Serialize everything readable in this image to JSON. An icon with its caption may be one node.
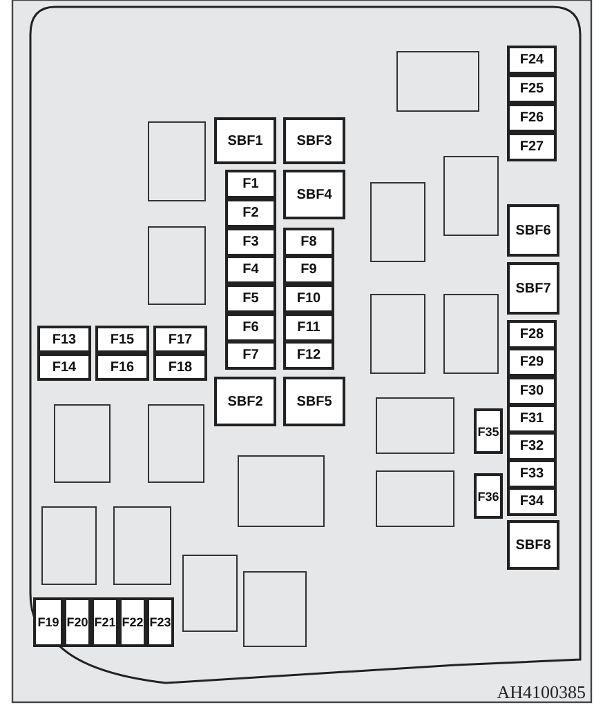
{
  "diagram": {
    "nodes": [
      {
        "text": [
          "F24"
        ]
      },
      {
        "text": [
          "F25"
        ]
      },
      {
        "text": [
          "F26"
        ]
      },
      {
        "text": [
          "F27"
        ]
      },
      {
        "text": [
          "SBF1"
        ]
      },
      {
        "text": [
          "SBF3"
        ]
      },
      {
        "text": [
          "F1"
        ]
      },
      {
        "text": [
          "F2"
        ]
      },
      {
        "text": [
          "SBF4"
        ]
      },
      {
        "text": [
          "SBF6"
        ]
      },
      {
        "text": [
          "F3"
        ]
      },
      {
        "text": [
          "F8"
        ]
      },
      {
        "text": [
          "F4"
        ]
      },
      {
        "text": [
          "F9"
        ]
      },
      {
        "text": [
          "F5"
        ]
      },
      {
        "text": [
          "F10"
        ]
      },
      {
        "text": [
          "F6"
        ]
      },
      {
        "text": [
          "F11"
        ]
      },
      {
        "text": [
          "F7"
        ]
      },
      {
        "text": [
          "F12"
        ]
      },
      {
        "text": [
          "SBF7"
        ]
      },
      {
        "text": [
          "F13"
        ]
      },
      {
        "text": [
          "F15"
        ]
      },
      {
        "text": [
          "F17"
        ]
      },
      {
        "text": [
          "F28"
        ]
      },
      {
        "text": [
          "F14"
        ]
      },
      {
        "text": [
          "F16"
        ]
      },
      {
        "text": [
          "F18"
        ]
      },
      {
        "text": [
          "F29"
        ]
      },
      {
        "text": [
          "SBF2"
        ]
      },
      {
        "text": [
          "SBF5"
        ]
      },
      {
        "text": [
          "F30"
        ]
      },
      {
        "text": [
          "F35"
        ]
      },
      {
        "text": [
          "F31"
        ]
      },
      {
        "text": [
          "F32"
        ]
      },
      {
        "text": [
          "F36"
        ]
      },
      {
        "text": [
          "F33"
        ]
      },
      {
        "text": [
          "F34"
        ]
      },
      {
        "text": [
          "SBF8"
        ]
      },
      {
        "text": [
          "F19"
        ]
      },
      {
        "text": [
          "F20"
        ]
      },
      {
        "text": [
          "F21"
        ]
      },
      {
        "text": [
          "F22"
        ]
      },
      {
        "text": [
          "F23"
        ]
      },
      {
        "text": [],
        "shape": "box"
      },
      {
        "text": [],
        "shape": "box"
      },
      {
        "text": [],
        "shape": "box"
      },
      {
        "text": [],
        "shape": "box"
      },
      {
        "text": [],
        "shape": "box"
      },
      {
        "text": [],
        "shape": "box"
      },
      {
        "text": [],
        "shape": "box"
      },
      {
        "text": [],
        "shape": "box"
      },
      {
        "text": [],
        "shape": "box"
      },
      {
        "text": [],
        "shape": "box"
      },
      {
        "text": [],
        "shape": "box"
      },
      {
        "text": [],
        "shape": "box"
      },
      {
        "text": [],
        "shape": "box"
      },
      {
        "text": [],
        "shape": "box"
      },
      {
        "text": [],
        "shape": "box"
      },
      {
        "text": [],
        "shape": "box"
      }
    ],
    "labels": [
      "AH4100385"
    ]
  }
}
